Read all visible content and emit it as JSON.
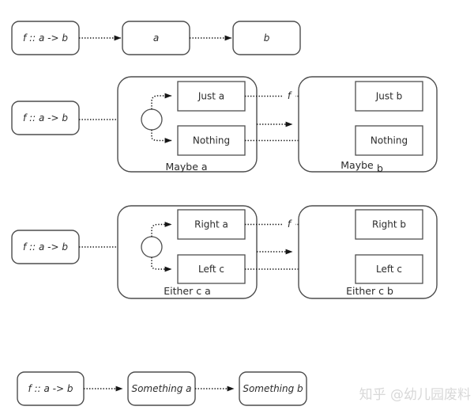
{
  "colors": {
    "border": "#4d4d4d",
    "text": "#2b2b2b",
    "arrow": "#161616",
    "watermark": "#d8d8d8"
  },
  "rows": {
    "plain": {
      "fn": "f :: a -> b",
      "from": "a",
      "to": "b"
    },
    "maybe": {
      "fn": "f :: a -> b",
      "case_top_left": "Just a",
      "case_bottom_left": "Nothing",
      "case_top_right": "Just b",
      "case_bottom_right": "Nothing",
      "label_left": "Maybe a",
      "label_right_main": "Maybe",
      "label_right_sub": "b",
      "arrow_label": "f"
    },
    "either": {
      "fn": "f :: a -> b",
      "case_top_left": "Right a",
      "case_bottom_left": "Left c",
      "case_top_right": "Right b",
      "case_bottom_right": "Left c",
      "label_left": "Either c a",
      "label_right": "Either c b",
      "arrow_label": "f"
    },
    "something": {
      "fn": "f :: a -> b",
      "from": "Something a",
      "to": "Something b"
    }
  },
  "watermark": {
    "text": "知乎 @幼儿园废料"
  }
}
